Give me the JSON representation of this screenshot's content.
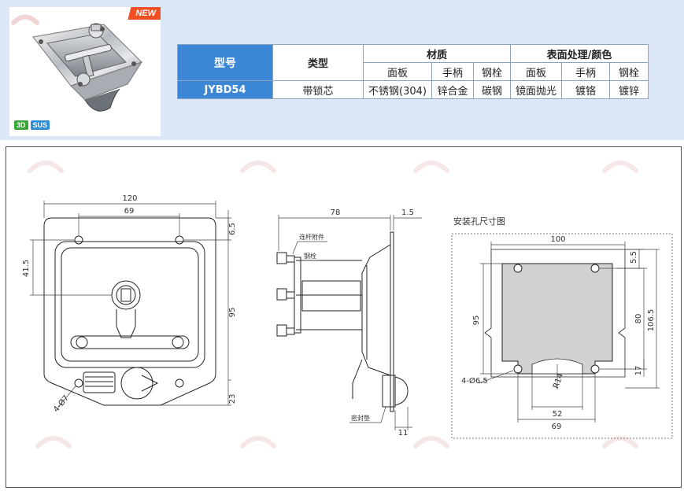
{
  "product": {
    "badge": "NEW",
    "tags": [
      "3D",
      "SUS"
    ]
  },
  "spec_table": {
    "headers": {
      "model": "型号",
      "type": "类型",
      "material": "材质",
      "surface": "表面处理/颜色"
    },
    "sub_headers": [
      "面板",
      "手柄",
      "钢栓",
      "面板",
      "手柄",
      "钢栓"
    ],
    "row": {
      "model": "JYBD54",
      "type": "带锁芯",
      "values": [
        "不锈钢(304)",
        "锌合金",
        "碳钢",
        "镜面抛光",
        "镀铬",
        "镀锌"
      ]
    }
  },
  "drawing": {
    "front_view": {
      "dim_width_total": "120",
      "dim_hole_spacing": "69",
      "dim_top_offset": "6.5",
      "dim_left_height": "41.5",
      "dim_height": "95",
      "dim_bottom_tip": "23",
      "hole_callout": "4-Ø7"
    },
    "side_view": {
      "dim_depth": "78",
      "dim_plate": "1.5",
      "dim_bottom": "11",
      "labels": [
        "连杆附件",
        "钢栓",
        "密封垫"
      ]
    },
    "cutout": {
      "title": "安装孔尺寸图",
      "dim_width": "100",
      "dim_top": "5.5",
      "dim_left_height": "95",
      "dim_inner_height": "80",
      "dim_total_height": "106.5",
      "dim_bottom": "17",
      "hole_callout": "4-Ø6.5",
      "radius_callout": "R14",
      "dim_bottom_inner": "52",
      "dim_bottom_outer": "69"
    }
  }
}
